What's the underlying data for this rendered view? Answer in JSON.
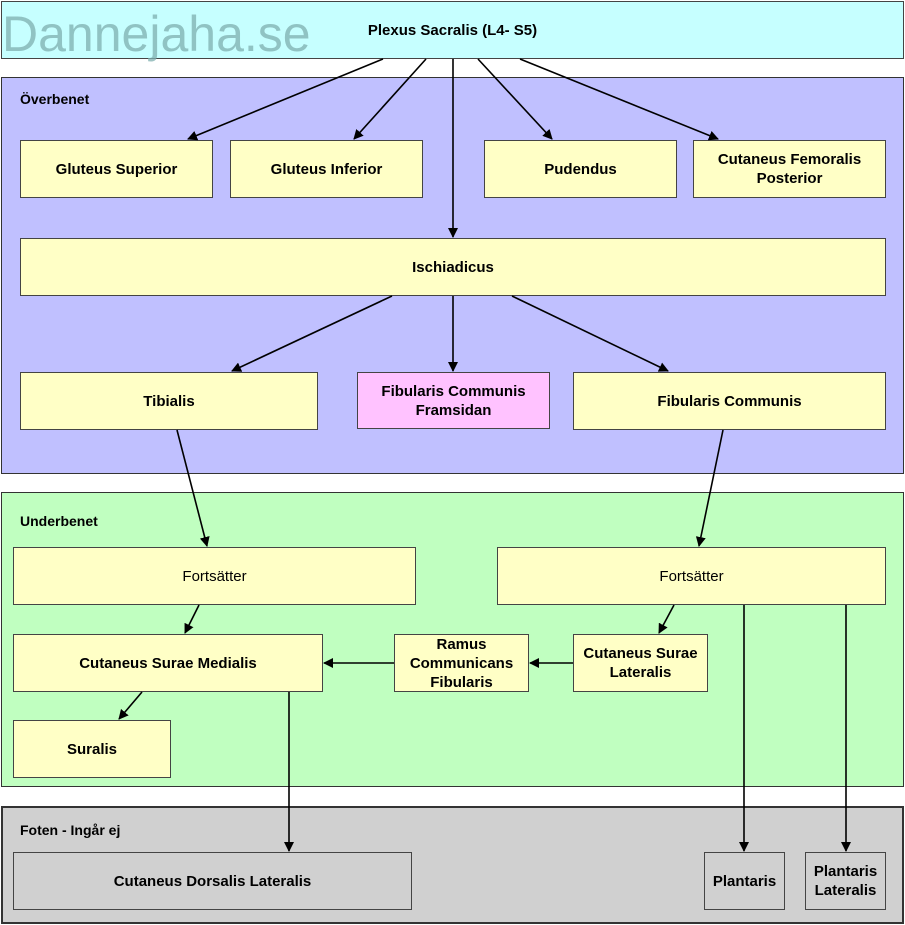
{
  "watermark": "Dannejaha.se",
  "colors": {
    "node_fill": "#ffffc6",
    "region_overbenet": "#c0c0ff",
    "region_underbenet": "#c0ffc0",
    "region_foten": "#d0d0d0",
    "root_fill": "#c6ffff",
    "highlight_fill": "#ffc2ff"
  },
  "regions": {
    "overbenet": "Överbenet",
    "underbenet": "Underbenet",
    "foten": "Foten - Ingår ej"
  },
  "nodes": {
    "plexus": "Plexus Sacralis (L4- S5)",
    "gluteus_superior": "Gluteus Superior",
    "gluteus_inferior": "Gluteus Inferior",
    "pudendus": "Pudendus",
    "cutaneus_femoralis_posterior": "Cutaneus Femoralis Posterior",
    "ischiadicus": "Ischiadicus",
    "tibialis": "Tibialis",
    "fibularis_communis_framsidan": "Fibularis Communis Framsidan",
    "fibularis_communis": "Fibularis Communis",
    "fortsatter_left": "Fortsätter",
    "fortsatter_right": "Fortsätter",
    "cutaneus_surae_medialis": "Cutaneus Surae Medialis",
    "ramus_communicans_fibularis": "Ramus Communicans Fibularis",
    "cutaneus_surae_lateralis": "Cutaneus Surae Lateralis",
    "suralis": "Suralis",
    "cutaneus_dorsalis_lateralis": "Cutaneus Dorsalis Lateralis",
    "plantaris": "Plantaris",
    "plantaris_lateralis": "Plantaris Lateralis"
  }
}
